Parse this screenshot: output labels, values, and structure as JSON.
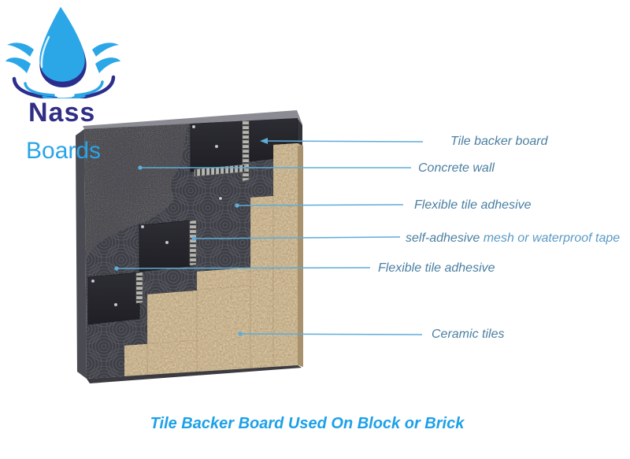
{
  "logo": {
    "primary_text": "Nass",
    "secondary_text": "Boards",
    "primary_color": "#312f85",
    "secondary_color": "#29a4e8"
  },
  "diagram": {
    "labels": [
      {
        "id": "tile-backer-board",
        "text": "Tile backer board"
      },
      {
        "id": "concrete-wall",
        "text": "Concrete wall"
      },
      {
        "id": "flexible-tile-adhesive-upper",
        "text": "Flexible tile adhesive"
      },
      {
        "id": "mesh-tape",
        "text_emphasis": "self-adhesive",
        "text_rest": " mesh or waterproof tape"
      },
      {
        "id": "flexible-tile-adhesive-lower",
        "text": "Flexible tile adhesive"
      },
      {
        "id": "ceramic-tiles",
        "text": "Ceramic tiles"
      }
    ],
    "leader_line_color": "#5fadd6",
    "label_text_color": "#4b7fa2",
    "materials": {
      "concrete": "#6e6e77",
      "adhesive": "#46464e",
      "backer_board": "#27272d",
      "ceramic_tile": "#c2a577",
      "mesh_tape": "#b7b7b0"
    }
  },
  "title": {
    "text": "Tile Backer Board Used On Block or Brick",
    "color": "#1ca0e8"
  }
}
